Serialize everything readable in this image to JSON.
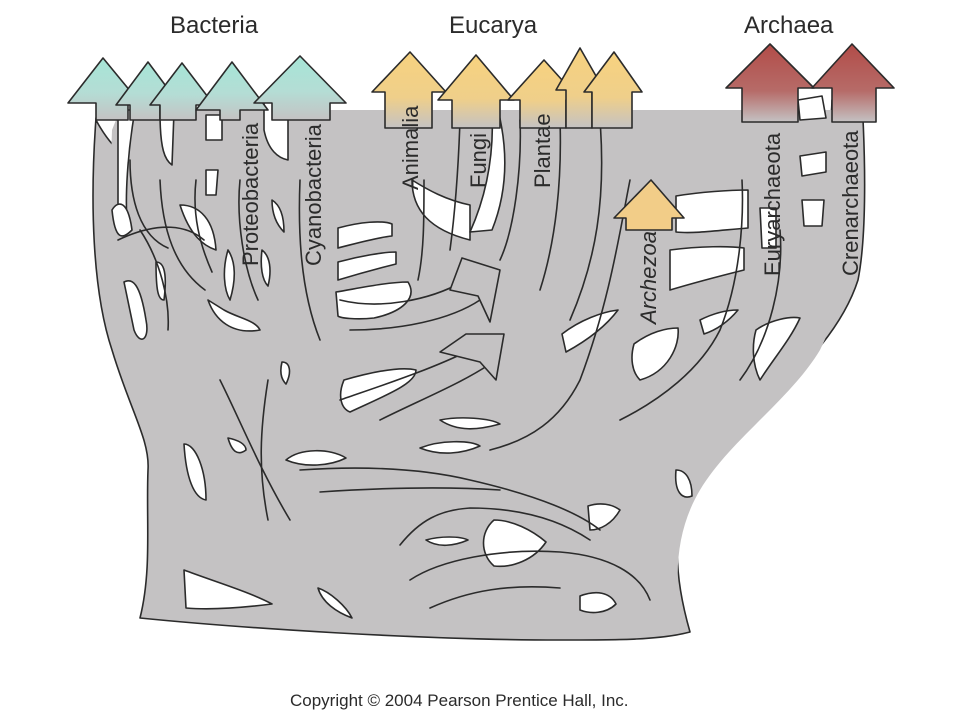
{
  "domains": {
    "bacteria": "Bacteria",
    "eucarya": "Eucarya",
    "archaea": "Archaea"
  },
  "groups": {
    "proteobacteria": "Proteobacteria",
    "cyanobacteria": "Cyanobacteria",
    "animalia": "Animalia",
    "fungi": "Fungi",
    "plantae": "Plantae",
    "archezoa": "Archezoa",
    "euryarchaeota": "Euryarchaeota",
    "crenarchaeota": "Crenarchaeota"
  },
  "copyright": "Copyright © 2004 Pearson Prentice Hall, Inc.",
  "colors": {
    "trunk": "#c4c2c3",
    "outline": "#2b2b2b",
    "bacteria": "#a6e5d6",
    "eucarya": "#f7d27f",
    "archaea": "#b24c48"
  }
}
